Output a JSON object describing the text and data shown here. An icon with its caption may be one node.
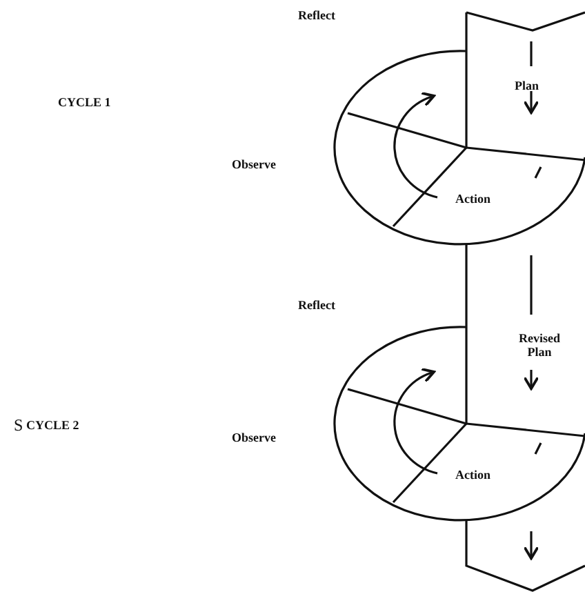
{
  "diagram": {
    "labels": [
      "Reflect",
      "Plan",
      "CYCLE 1",
      "Observe",
      "Action",
      "Reflect",
      "Revised Plan",
      "S",
      "CYCLE 2",
      "Observe",
      "Action"
    ]
  }
}
